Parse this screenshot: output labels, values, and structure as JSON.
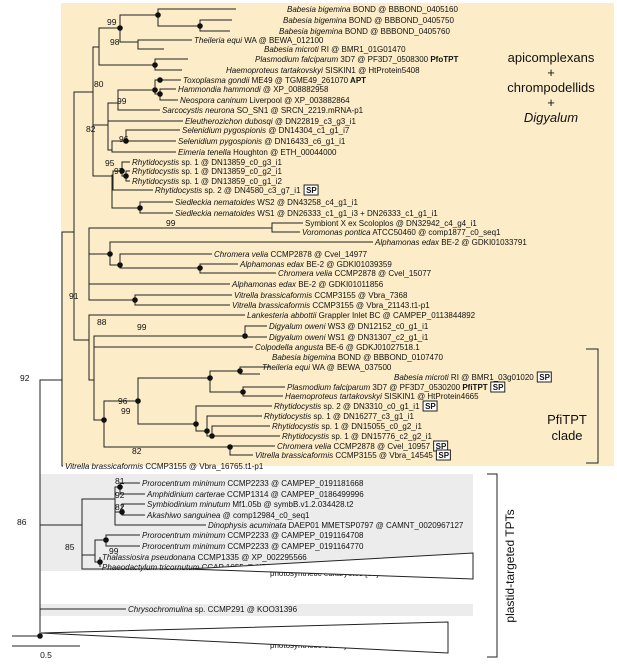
{
  "groups": {
    "apicomplexan": [
      "apicomplexans",
      "+",
      "chrompodellids",
      "+",
      "Digyalum"
    ],
    "pfitpt": [
      "PfiTPT",
      "clade"
    ],
    "plastid": "plastid-targeted TPTs"
  },
  "scale": "0.5",
  "sp_badge": "SP",
  "leaves": [
    {
      "sp": "Babesia bigemina",
      "rest": " BOND @ BBBOND_0405160"
    },
    {
      "sp": "Babesia bigemina",
      "rest": " BOND @ BBBOND_0405750"
    },
    {
      "sp": "Babesia bigemina",
      "rest": " BOND @ BBBOND_0405760"
    },
    {
      "sp": "Theileria equi",
      "rest": " WA @ BEWA_012100"
    },
    {
      "sp": "Babesia microti",
      "rest": " RI @ BMR1_01G01470"
    },
    {
      "sp": "Plasmodium falciparum",
      "rest": " 3D7 @ PF3D7_0508300",
      "tag": "PfoTPT"
    },
    {
      "sp": "Haemoproteus tartakovskyi",
      "rest": " SISKIN1 @ HtProtein5408"
    },
    {
      "sp": "Toxoplasma gondii",
      "rest": " ME49 @ TGME49_261070",
      "tag": "APT"
    },
    {
      "sp": "Hammondia hammondi",
      "rest": " @ XP_008882958"
    },
    {
      "sp": "Neospora caninum",
      "rest": " Liverpool @ XP_003882864"
    },
    {
      "sp": "Sarcocystis neurona",
      "rest": " SO_SN1 @ SRCN_2219.mRNA-p1"
    },
    {
      "sp": "Eleutherozichon dubosqi",
      "rest": " @ DN22819_c3_g3_i1"
    },
    {
      "sp": "Selenidium pygospionis",
      "rest": " @ DN14304_c1_g1_i7"
    },
    {
      "sp": "Selenidium pygospionis",
      "rest": " @ DN16433_c6_g1_i1"
    },
    {
      "sp": "Eimeria tenella",
      "rest": " Houghton @ ETH_00044000"
    },
    {
      "sp": "Rhytidocystis",
      "rest": " sp. 1 @ DN13859_c0_g3_i1"
    },
    {
      "sp": "Rhytidocystis",
      "rest": " sp. 1 @ DN13859_c0_g2_i1"
    },
    {
      "sp": "Rhytidocystis",
      "rest": " sp. 1 @ DN13859_c0_g1_i2"
    },
    {
      "sp": "Rhytidocystis",
      "rest": " sp. 2 @ DN4580_c3_g7_i1",
      "badge": true
    },
    {
      "sp": "Siedleckia nematoides",
      "rest": " WS2 @ DN43258_c4_g1_i1"
    },
    {
      "sp": "Siedleckia nematoides",
      "rest": " WS1 @ DN26333_c1_g1_i3 + DN26333_c1_g1_i1"
    },
    {
      "sp": "",
      "rest": "Symbiont X ex Scoloplos @ DN32942_c4_g4_i1"
    },
    {
      "sp": "Voromonas pontica",
      "rest": " ATCC50460 @ comp1877_c0_seq1"
    },
    {
      "sp": "Alphamonas edax",
      "rest": " BE-2 @ GDKI01033791"
    },
    {
      "sp": "Chromera velia",
      "rest": " CCMP2878 @ Cvel_14977"
    },
    {
      "sp": "Alphamonas edax",
      "rest": " BE-2 @ GDKI01039359"
    },
    {
      "sp": "Chromera velia",
      "rest": " CCMP2878 @ Cvel_15077"
    },
    {
      "sp": "Alphamonas edax",
      "rest": " BE-2 @ GDKI01011856"
    },
    {
      "sp": "Vitrella brassicaformis",
      "rest": " CCMP3155 @ Vbra_7368"
    },
    {
      "sp": "Vitrella brassicaformis",
      "rest": " CCMP3155 @ Vbra_21143.t1-p1"
    },
    {
      "sp": "Lankesteria abbottii",
      "rest": " Grappler Inlet BC @ CAMPEP_0113844892"
    },
    {
      "sp": "Digyalum oweni",
      "rest": " WS3 @ DN12152_c0_g1_i1"
    },
    {
      "sp": "Digyalum oweni",
      "rest": " WS1 @ DN31307_c2_g1_i1"
    },
    {
      "sp": "Colpodella angusta",
      "rest": " BE-6 @ GDKJ01027518.1"
    },
    {
      "sp": "Babesia bigemina",
      "rest": " BOND @ BBBOND_0107470"
    },
    {
      "sp": "Theileria equi",
      "rest": " WA @ BEWA_037500"
    },
    {
      "sp": "Babesia microti",
      "rest": " RI @ BMR1_03g01020",
      "badge": true
    },
    {
      "sp": "Plasmodium falciparum",
      "rest": " 3D7 @ PF3D7_0530200",
      "tag": "PfiTPT",
      "badge": true
    },
    {
      "sp": "Haemoproteus tartakovskyi",
      "rest": " SISKIN1 @ HtProtein4665"
    },
    {
      "sp": "Rhytidocystis",
      "rest": " sp. 2 @ DN3310_c0_g1_i1",
      "badge": true
    },
    {
      "sp": "Rhytidocystis",
      "rest": " sp. 1 @ DN16277_c3_g1_i1"
    },
    {
      "sp": "Rhytidocystis",
      "rest": " sp. 1 @ DN15055_c0_g2_i1"
    },
    {
      "sp": "Rhytidocystis",
      "rest": " sp. 1 @ DN15776_c2_g2_i1"
    },
    {
      "sp": "Chromera velia",
      "rest": " CCMP2878 @ Cvel_10957",
      "badge": true
    },
    {
      "sp": "Vitrella brassicaformis",
      "rest": " CCMP3155 @ Vbra_14545",
      "badge": true
    },
    {
      "sp": "Vitrella brassicaformis",
      "rest": " CCMP3155 @ Vbra_16765.t1-p1"
    },
    {
      "sp": "Prorocentrum minimum",
      "rest": " CCMP2233 @ CAMPEP_0191181668"
    },
    {
      "sp": "Amphidinium carterae",
      "rest": " CCMP1314 @ CAMPEP_0186499996"
    },
    {
      "sp": "Symbiodinium minutum",
      "rest": " Mf1.05b @ symbB.v1.2.034428.t2"
    },
    {
      "sp": "Akashiwo sanguinea",
      "rest": " @ comp12984_c0_seq1"
    },
    {
      "sp": "Dinophysis acuminata",
      "rest": " DAEP01 MMETSP0797 @ CAMNT_0020967127"
    },
    {
      "sp": "Prorocentrum minimum",
      "rest": " CCMP2233 @ CAMPEP_0191164708"
    },
    {
      "sp": "Prorocentrum minimum",
      "rest": " CCMP2233 @ CAMPEP_0191164770"
    },
    {
      "sp": "Thalassiosira pseudonana",
      "rest": " CCMP1335 @ XP_002295566"
    },
    {
      "sp": "Phaeodactylum tricornutum",
      "rest": " CCAP 1055 @ XP_002177348"
    },
    {
      "sp": "",
      "rest": "photosynthetic eukaryotes [37]"
    },
    {
      "sp": "Chrysochromulina",
      "rest": " sp. CCMP291 @ KOO31396"
    },
    {
      "sp": "",
      "rest": "photosynthetic eukaryotes [30]"
    }
  ],
  "support": [
    "99",
    "98",
    "80",
    "99",
    "82",
    "96",
    "95",
    "97",
    "99",
    "91",
    "88",
    "99",
    "82",
    "92",
    "81",
    "92",
    "82",
    "86",
    "85",
    "99",
    "96",
    "99"
  ]
}
